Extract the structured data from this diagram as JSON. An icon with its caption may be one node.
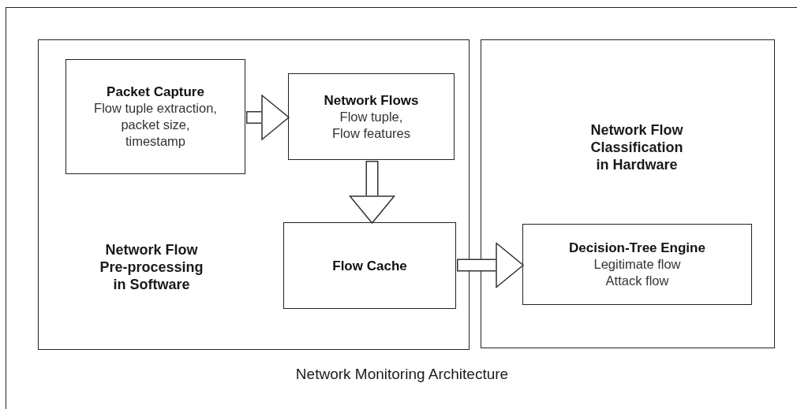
{
  "diagram": {
    "nodes": [
      {
        "text": [
          "Network Monitoring Architecture"
        ]
      },
      {
        "text": [
          "Network Flow Pre-processing in Software"
        ],
        "in": 0
      },
      {
        "text": [
          "Packet Capture",
          "Flow tuple extraction, packet size, timestamp"
        ],
        "in": 1
      },
      {
        "text": [
          "Network Flows",
          "Flow tuple, Flow features"
        ],
        "in": 1
      },
      {
        "text": [
          "Flow Cache"
        ],
        "in": 1
      },
      {
        "text": [
          "Network Flow Classification in Hardware"
        ],
        "in": 0
      },
      {
        "text": [
          "Decision-Tree Engine",
          "Legitimate flow Attack flow"
        ],
        "in": 5
      }
    ],
    "edges": [
      {
        "from": 2,
        "to": 3,
        "arrow": "to"
      },
      {
        "from": 3,
        "to": 4,
        "arrow": "to"
      },
      {
        "from": 4,
        "to": 6,
        "arrow": "to"
      }
    ]
  }
}
